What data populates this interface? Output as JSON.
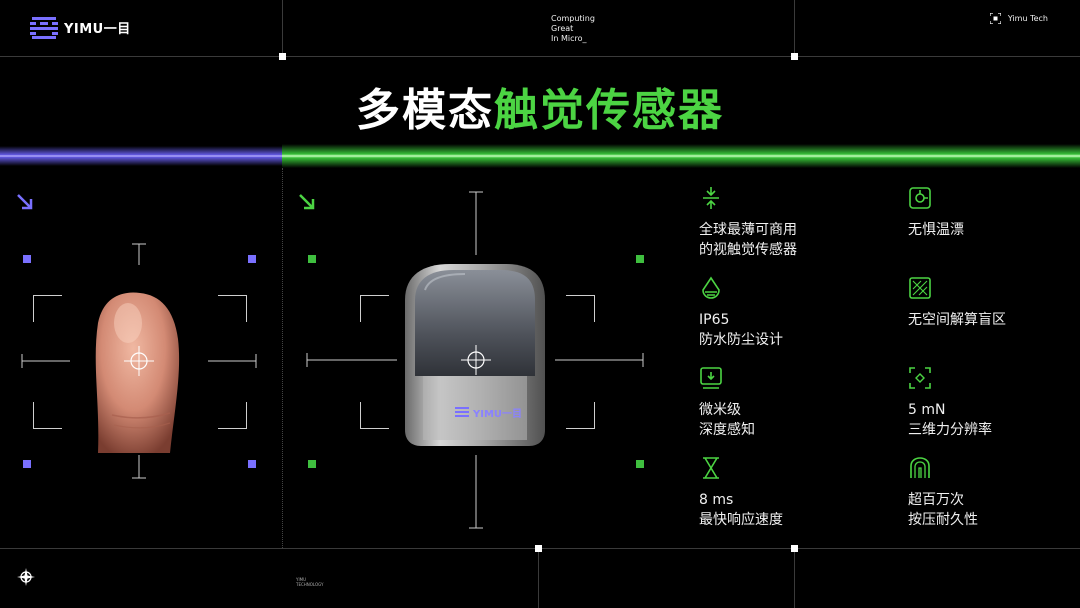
{
  "header": {
    "logo_text": "YIMU一目",
    "tagline": [
      "Computing",
      "Great",
      "In Micro_"
    ],
    "brand_right": "Yimu Tech"
  },
  "title": {
    "part_white": "多模态",
    "part_green": "触觉传感器"
  },
  "colors": {
    "accent_green": "#4cd443",
    "accent_purple": "#7a70ff",
    "background": "#000000"
  },
  "product": {
    "label": "YIMU一目"
  },
  "features": [
    {
      "icon": "compress-arrows-icon",
      "lines": [
        "全球最薄可商用",
        "的视触觉传感器"
      ]
    },
    {
      "icon": "thermometer-chip-icon",
      "lines": [
        "无惧温漂"
      ]
    },
    {
      "icon": "water-drop-icon",
      "lines": [
        "IP65",
        "防水防尘设计"
      ]
    },
    {
      "icon": "grid-scan-icon",
      "lines": [
        "无空间解算盲区"
      ]
    },
    {
      "icon": "depth-scan-icon",
      "lines": [
        "微米级",
        "深度感知"
      ]
    },
    {
      "icon": "force-target-icon",
      "lines": [
        "5 mN",
        "三维力分辨率"
      ]
    },
    {
      "icon": "hourglass-icon",
      "lines": [
        "8 ms",
        "最快响应速度"
      ]
    },
    {
      "icon": "press-arc-icon",
      "lines": [
        "超百万次",
        "按压耐久性"
      ]
    }
  ],
  "footer": {
    "small_text": [
      "YIMU",
      "TECHNOLOGY"
    ]
  }
}
